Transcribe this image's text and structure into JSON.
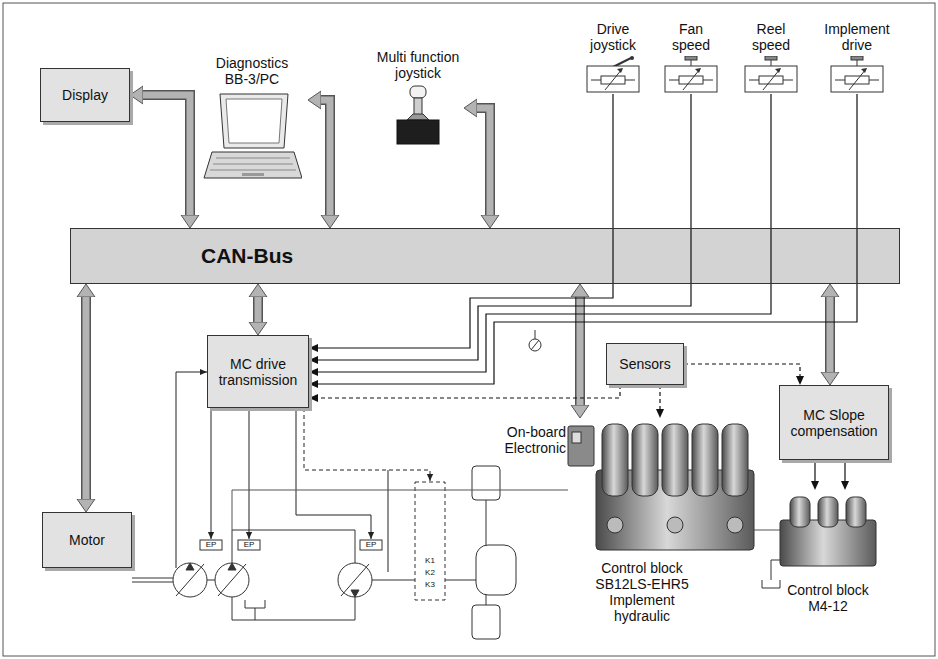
{
  "diagram": {
    "nodes": [
      {
        "text": [
          "Display"
        ]
      },
      {
        "text": [
          "Diagnostics BB-3/PC"
        ]
      },
      {
        "text": [
          "Multi function joystick"
        ]
      },
      {
        "text": [
          "Drive joystick"
        ]
      },
      {
        "text": [
          "Fan speed"
        ]
      },
      {
        "text": [
          "Reel speed"
        ]
      },
      {
        "text": [
          "Implement drive"
        ]
      },
      {
        "text": [
          "CAN-Bus"
        ]
      },
      {
        "text": [
          "MC drive transmission"
        ]
      },
      {
        "text": [
          "Sensors"
        ]
      },
      {
        "text": [
          "MC Slope compensation"
        ]
      },
      {
        "text": [
          "Motor"
        ]
      },
      {
        "text": [
          "On-board Electronic",
          "Control block SB12LS-EHR5 Implement hydraulic"
        ]
      },
      {
        "text": [
          "Control block M4-12"
        ]
      }
    ],
    "edges": [
      {
        "from": 0,
        "to": 7,
        "arrow": "both"
      },
      {
        "from": 1,
        "to": 7,
        "arrow": "both"
      },
      {
        "from": 2,
        "to": 7,
        "arrow": "both"
      },
      {
        "from": 7,
        "to": 8,
        "arrow": "both"
      },
      {
        "from": 7,
        "to": 11,
        "arrow": "both"
      },
      {
        "from": 7,
        "to": 12,
        "arrow": "both"
      },
      {
        "from": 7,
        "to": 10,
        "arrow": "both"
      },
      {
        "from": 3,
        "to": 8,
        "arrow": "to"
      },
      {
        "from": 4,
        "to": 8,
        "arrow": "to"
      },
      {
        "from": 5,
        "to": 8,
        "arrow": "to"
      },
      {
        "from": 6,
        "to": 8,
        "arrow": "to"
      },
      {
        "from": 9,
        "to": 8,
        "arrow": "to"
      },
      {
        "from": 9,
        "to": 12,
        "arrow": "to"
      },
      {
        "from": 9,
        "to": 10,
        "arrow": "to"
      },
      {
        "from": 10,
        "to": 13,
        "arrow": "to"
      },
      {
        "from": 10,
        "to": 13,
        "arrow": "to"
      }
    ],
    "labels": [
      "EP",
      "EP",
      "EP",
      "K1",
      "K2",
      "K3"
    ]
  }
}
